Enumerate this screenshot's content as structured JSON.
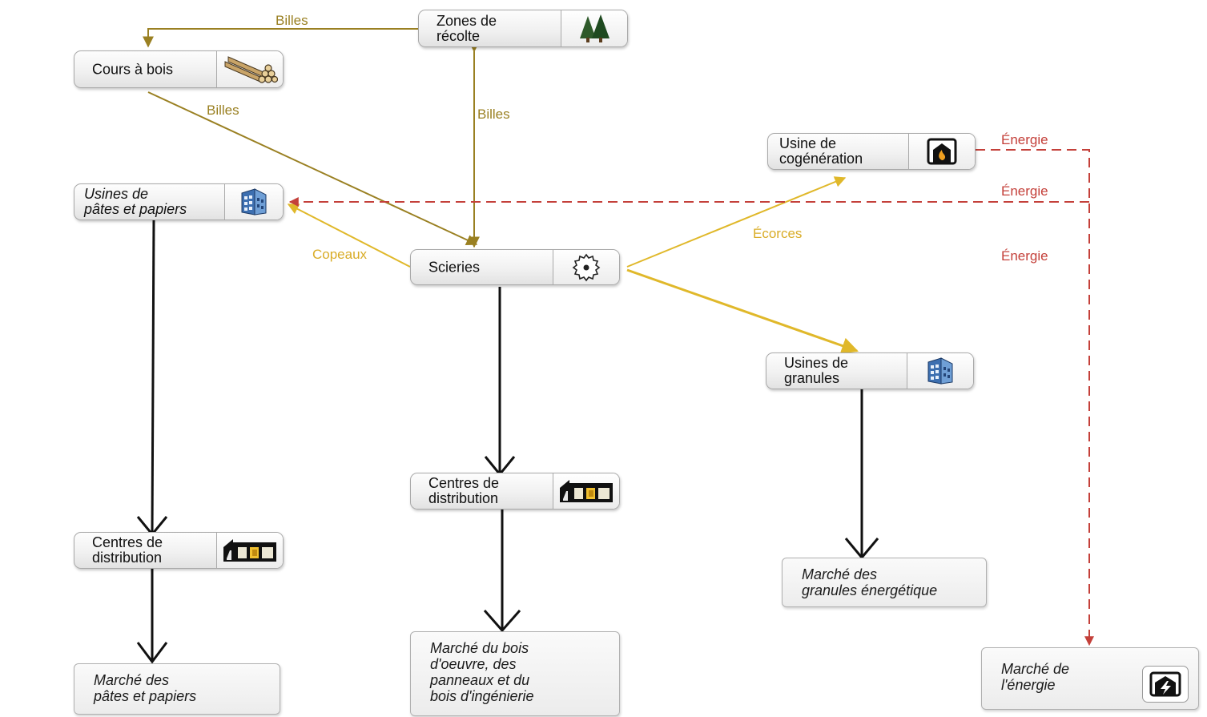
{
  "nodes": {
    "zones_recolte": {
      "label": "Zones de\nrécolte",
      "icon": "forest-icon"
    },
    "cours_bois": {
      "label": "Cours à bois",
      "icon": "log-pile-icon"
    },
    "usines_pates": {
      "label": "Usines de\npâtes et papiers",
      "icon": "factory-icon"
    },
    "scieries": {
      "label": "Scieries",
      "icon": "saw-blade-icon"
    },
    "usine_cogeneration": {
      "label": "Usine de\ncogénération",
      "icon": "furnace-icon"
    },
    "usines_granules": {
      "label": "Usines de\ngranules",
      "icon": "factory-icon"
    },
    "centres_distribution_1": {
      "label": "Centres de\ndistribution",
      "icon": "warehouse-icon"
    },
    "centres_distribution_2": {
      "label": "Centres de\ndistribution",
      "icon": "warehouse-icon"
    }
  },
  "markets": {
    "pates_papiers": {
      "label": "Marché des\npâtes et papiers"
    },
    "bois_oeuvre": {
      "label": "Marché du bois\nd'oeuvre, des\npanneaux et du\nbois d'ingénierie"
    },
    "granules": {
      "label": "Marché des\ngranules énergétique"
    },
    "energie": {
      "label": "Marché de\nl'énergie",
      "icon": "energy-icon"
    }
  },
  "flows": {
    "billes_1": "Billes",
    "billes_2": "Billes",
    "billes_3": "Billes",
    "copeaux": "Copeaux",
    "ecorces": "Écorces",
    "energie_1": "Énergie",
    "energie_2": "Énergie",
    "energie_3": "Énergie"
  },
  "colors": {
    "billes": "#9a8022",
    "copeaux_ecorces": "#e0b82a",
    "energie": "#c4403a",
    "product_flow": "#111111"
  }
}
